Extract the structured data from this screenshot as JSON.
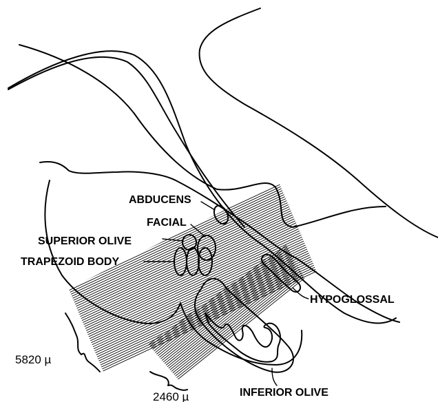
{
  "labels": {
    "abducens": "ABDUCENS",
    "facial": "FACIAL",
    "superior_olive": "SUPERIOR OLIVE",
    "trapezoid_body": "TRAPEZOID BODY",
    "hypoglossal": "HYPOGLOSSAL",
    "inferior_olive": "INFERIOR OLIVE"
  },
  "measurements": {
    "wide_band": "5820 µ",
    "narrow_band": "2460 µ"
  },
  "colors": {
    "ink": "#000000",
    "paper": "#ffffff"
  }
}
